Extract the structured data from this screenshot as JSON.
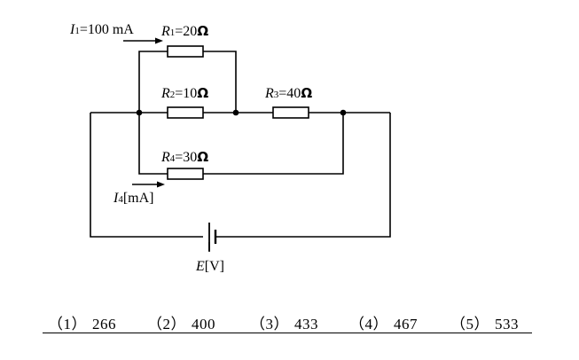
{
  "circuit": {
    "i1": {
      "symbol": "I",
      "sub": "1",
      "value": "=100 mA"
    },
    "r1": {
      "symbol": "R",
      "sub": "1",
      "value": "=20",
      "unit": "Ω"
    },
    "r2": {
      "symbol": "R",
      "sub": "2",
      "value": "=10",
      "unit": "Ω"
    },
    "r3": {
      "symbol": "R",
      "sub": "3",
      "value": "=40",
      "unit": "Ω"
    },
    "r4": {
      "symbol": "R",
      "sub": "4",
      "value": "=30",
      "unit": "Ω"
    },
    "i4": {
      "symbol": "I",
      "sub": "4",
      "value": "[mA]"
    },
    "e": {
      "symbol": "E",
      "value": "[V]"
    }
  },
  "choices": [
    {
      "num": "（1）",
      "value": "266"
    },
    {
      "num": "（2）",
      "value": "400"
    },
    {
      "num": "（3）",
      "value": "433"
    },
    {
      "num": "（4）",
      "value": "467"
    },
    {
      "num": "（5）",
      "value": "533"
    }
  ]
}
